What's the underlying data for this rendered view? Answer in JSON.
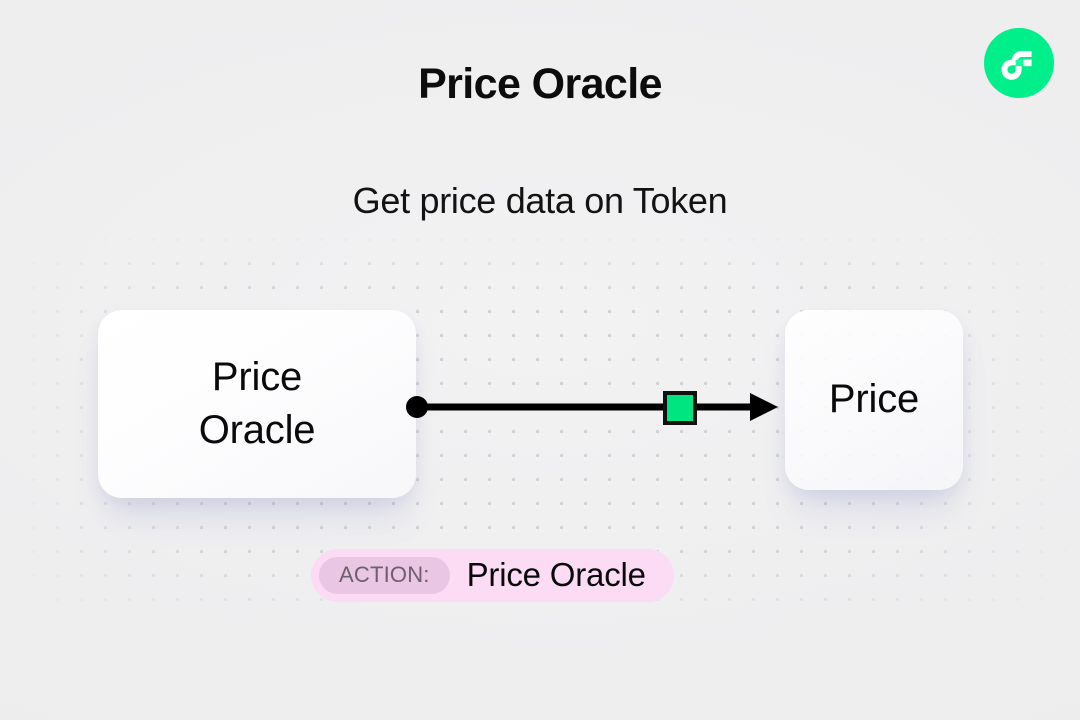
{
  "header": {
    "title": "Price Oracle",
    "subtitle": "Get price data on Token",
    "logo_name": "flow-logo",
    "logo_color": "#00ef8b"
  },
  "diagram": {
    "source_node": {
      "label": "Price\nOracle",
      "name": "price-oracle-node"
    },
    "target_node": {
      "label": "Price",
      "name": "price-node"
    },
    "connector": {
      "start_handle": "source-dot",
      "end_handle": "arrow-head",
      "marker_color": "#00e57f",
      "line_color": "#000000"
    }
  },
  "action": {
    "tag_label": "ACTION:",
    "value": "Price Oracle",
    "pill_color": "#fbdcf4",
    "tag_color": "#e9c6e4"
  }
}
